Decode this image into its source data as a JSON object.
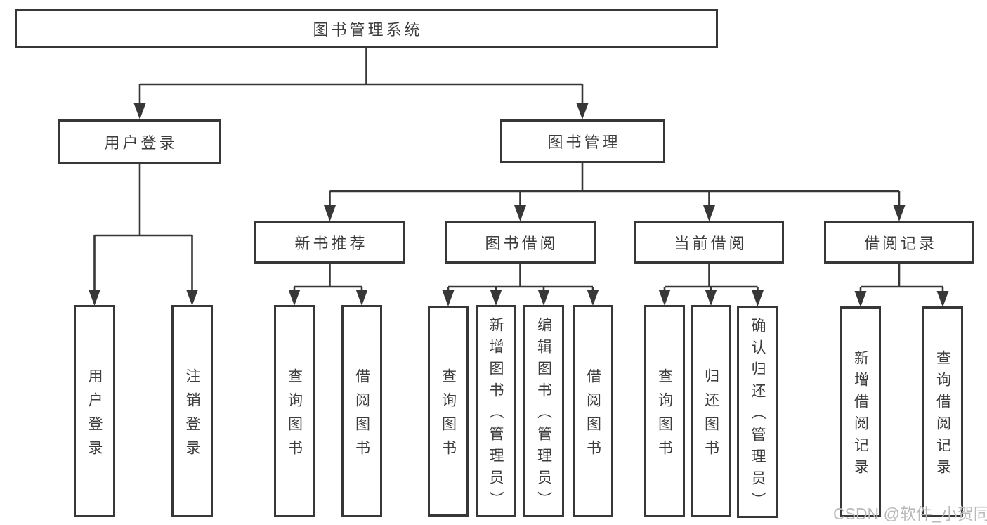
{
  "diagram_title": "图书管理系统",
  "colors": {
    "line": "#373737",
    "text": "#3d3d3d",
    "box_bg": "#ffffff",
    "watermark": "#b9b9b9",
    "background": "#ffffff"
  },
  "tree": {
    "root": "图书管理系统",
    "login": {
      "label": "用户登录",
      "children": [
        "用户登录",
        "注销登录"
      ]
    },
    "mgmt": {
      "label": "图书管理",
      "groups": [
        {
          "label": "新书推荐",
          "children": [
            "查询图书",
            "借阅图书"
          ]
        },
        {
          "label": "图书借阅",
          "children": [
            "查询图书",
            "新增图书（管理员）",
            "编辑图书（管理员）",
            "借阅图书"
          ]
        },
        {
          "label": "当前借阅",
          "children": [
            "查询图书",
            "归还图书",
            "确认归还（管理员）"
          ]
        },
        {
          "label": "借阅记录",
          "children": [
            "新增借阅记录",
            "查询借阅记录"
          ]
        }
      ]
    }
  },
  "watermark": "CSDN @软件_小贺同学"
}
